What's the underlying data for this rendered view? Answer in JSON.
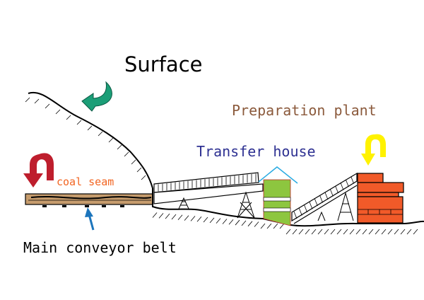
{
  "labels": {
    "surface": "Surface",
    "preparation_plant": "Preparation plant",
    "transfer_house": "Transfer house",
    "coal_seam": "coal seam",
    "main_conveyor_belt": "Main conveyor belt"
  },
  "colors": {
    "preparation_plant_text": "#8b5a3c",
    "transfer_house_text": "#2e3192",
    "coal_seam_text": "#f26522",
    "seam": "#c69c6d",
    "red_arrow": "#be1e2d",
    "yellow_arrow": "#fff200",
    "teal_arrow": "#1b9e77",
    "blue_arrow": "#1c75bc",
    "transfer_house_fill": "#8dc63f",
    "plant_fill": "#f15a29"
  }
}
